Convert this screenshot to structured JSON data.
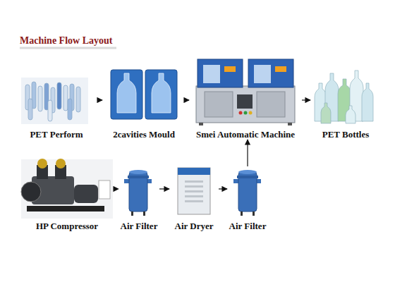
{
  "diagram": {
    "title": "Machine Flow Layout",
    "nodes": [
      {
        "text": [
          "PET Perform"
        ]
      },
      {
        "text": [
          "2cavities Mould"
        ]
      },
      {
        "text": [
          "Smei Automatic Machine"
        ]
      },
      {
        "text": [
          "PET Bottles"
        ]
      },
      {
        "text": [
          "HP Compressor"
        ]
      },
      {
        "text": [
          "Air Filter"
        ]
      },
      {
        "text": [
          "Air Dryer"
        ]
      },
      {
        "text": [
          "Air Filter"
        ]
      }
    ],
    "edges": [
      {
        "from": 0,
        "to": 1,
        "arrow": "to"
      },
      {
        "from": 1,
        "to": 2,
        "arrow": "to"
      },
      {
        "from": 2,
        "to": 3,
        "arrow": "to"
      },
      {
        "from": 4,
        "to": 5,
        "arrow": "to"
      },
      {
        "from": 5,
        "to": 6,
        "arrow": "to"
      },
      {
        "from": 6,
        "to": 7,
        "arrow": "to"
      },
      {
        "from": 7,
        "to": 2,
        "arrow": "to"
      }
    ]
  }
}
